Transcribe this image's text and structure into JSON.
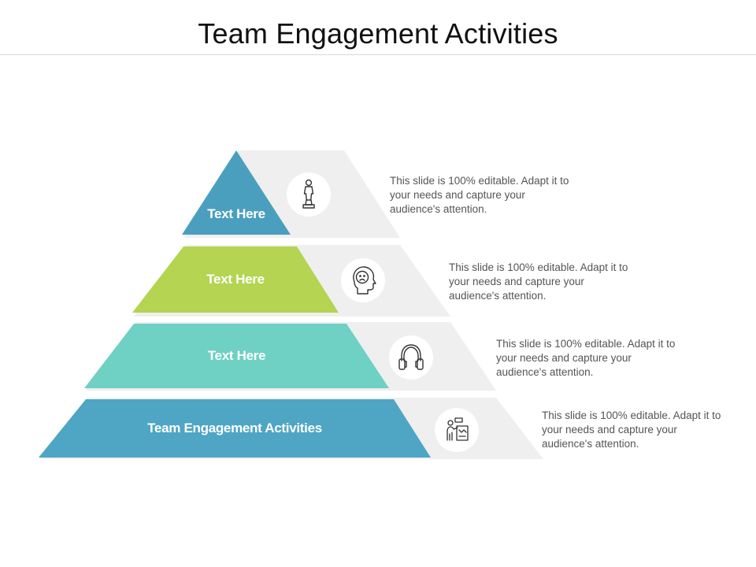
{
  "title": "Team Engagement Activities",
  "colors": {
    "tier1": "#4a9fbf",
    "tier2": "#b4d452",
    "tier3": "#6fd0c4",
    "tier4": "#4ea6c4",
    "shadow": "#efefef",
    "description_text": "#555555"
  },
  "tiers": [
    {
      "label": "Text Here",
      "icon": "trophy-icon",
      "description": "This slide is 100% editable. Adapt it to your needs and capture your audience's attention."
    },
    {
      "label": "Text Here",
      "icon": "sad-head-icon",
      "description": "This slide is 100% editable. Adapt it to your needs and capture your audience's attention."
    },
    {
      "label": "Text Here",
      "icon": "headphones-icon",
      "description": "This slide is 100% editable. Adapt it to your needs and capture your audience's attention."
    },
    {
      "label": "Team Engagement Activities",
      "icon": "presenter-board-icon",
      "description": "This slide is 100% editable. Adapt it to your needs and capture your audience's attention."
    }
  ]
}
